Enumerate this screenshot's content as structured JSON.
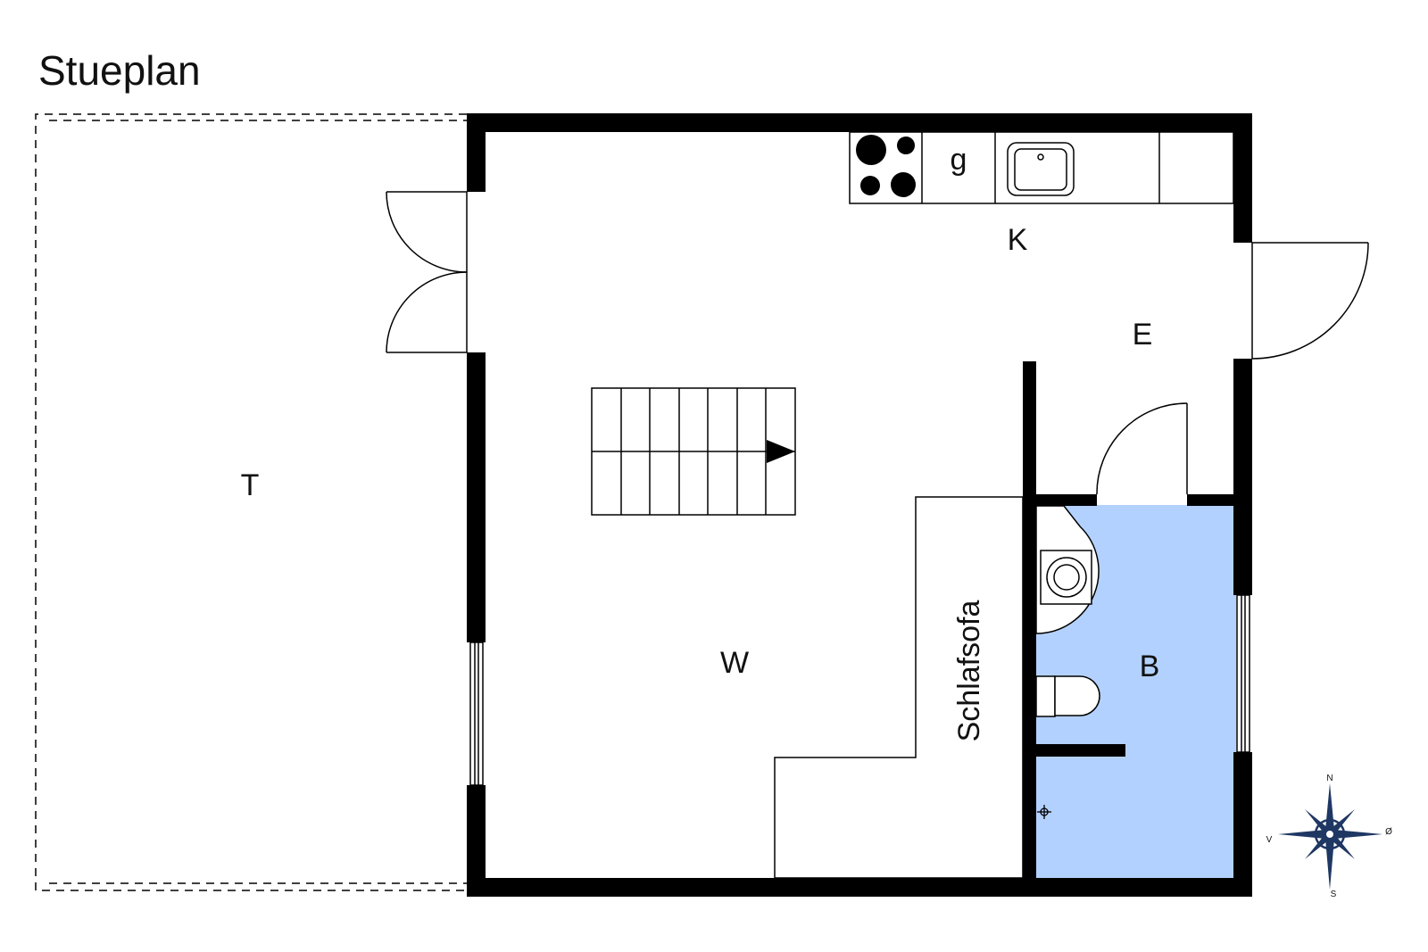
{
  "title": "Stueplan",
  "rooms": {
    "terrace": "T",
    "living": "W",
    "kitchen": "K",
    "entrance": "E",
    "bath": "B"
  },
  "furniture": {
    "sofa": "Schlafsofa",
    "appliance": "g"
  },
  "compass": {
    "north": "N",
    "south": "S",
    "east": "Ø",
    "west": "V"
  },
  "colors": {
    "wall": "#000000",
    "bath_fill": "#b3d1ff",
    "compass": "#1f3763"
  }
}
